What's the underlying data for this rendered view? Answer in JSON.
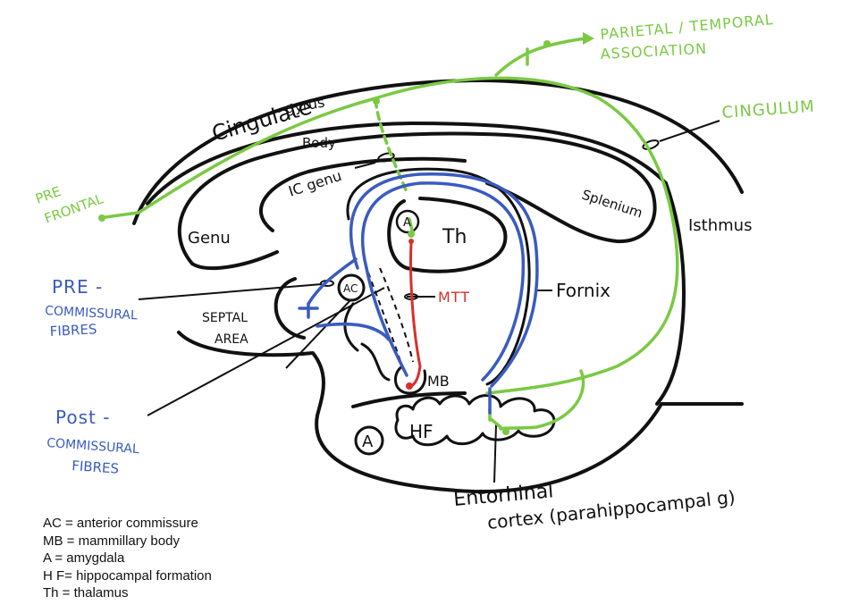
{
  "colors": {
    "cingulum_green": "#7ac943",
    "fornix_blue": "#3a5bbf",
    "mtt_red": "#d9302c",
    "outline_black": "#111111"
  },
  "labels": {
    "parietal_temporal": "PARIETAL / TEMPORAL",
    "association": "ASSOCIATION",
    "cingulum": "CINGULUM",
    "pre_frontal_1": "PRE",
    "pre_frontal_2": "FRONTAL",
    "cingulate": "Cingulate",
    "gyrus": "gyrus",
    "body": "Body",
    "ic_genu": "IC genu",
    "genu": "Genu",
    "splenium": "Splenium",
    "isthmus": "Isthmus",
    "th": "Th",
    "a": "A",
    "ac": "AC",
    "fornix": "Fornix",
    "septal": "SEPTAL",
    "area": "AREA",
    "mb": "MB",
    "hf": "HF",
    "mtt": "MTT",
    "entorhinal": "Entorhinal",
    "cortex_parahippocampal": "cortex (parahippocampal g)",
    "pre_dash": "PRE -",
    "post_dash": "Post -",
    "commissural": "COMMISSURAL",
    "fibres": "FIBRES"
  },
  "legend": [
    "AC = anterior commissure",
    "MB = mammillary body",
    "A = amygdala",
    "H F= hippocampal formation",
    "Th = thalamus"
  ]
}
